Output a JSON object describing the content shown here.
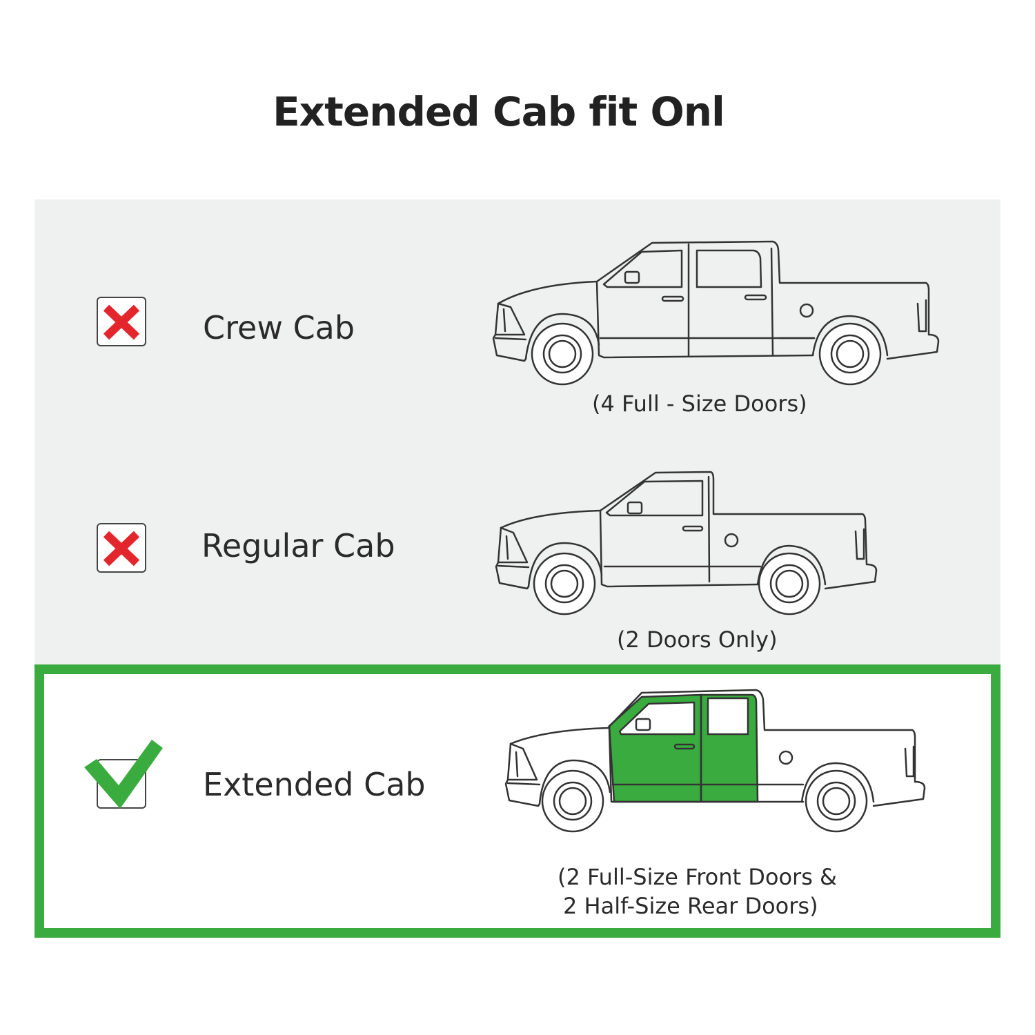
{
  "title": "Extended Cab fit Onl",
  "colors": {
    "fit_green": "#3aac3f",
    "no_fit_red": "#e3262c",
    "panel_grey": "#eff1f0",
    "outline": "#333333"
  },
  "options": [
    {
      "label": "Crew Cab",
      "caption": "(4 Full - Size Doors)",
      "fits": false,
      "status_icon": "red-x-icon"
    },
    {
      "label": "Regular Cab",
      "caption": "(2 Doors Only)",
      "fits": false,
      "status_icon": "red-x-icon"
    },
    {
      "label": "Extended Cab",
      "caption_lines": [
        "(2 Full-Size Front Doors &",
        "2 Half-Size Rear Doors)"
      ],
      "fits": true,
      "status_icon": "green-check-icon"
    }
  ]
}
